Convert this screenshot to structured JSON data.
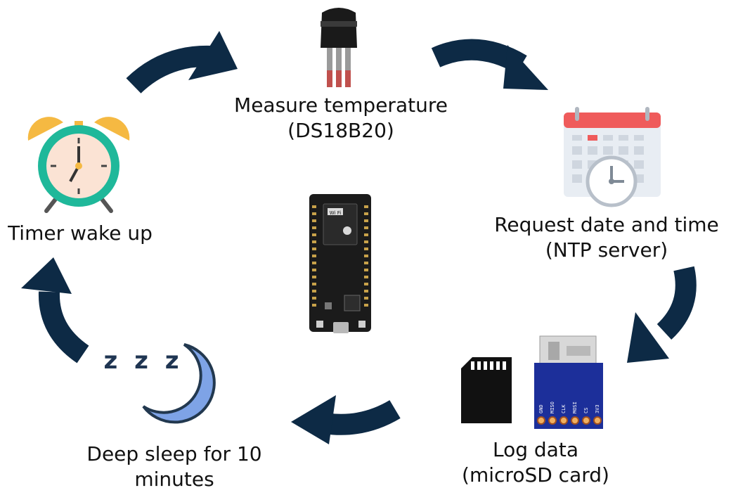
{
  "steps": {
    "measure": {
      "line1": "Measure temperature",
      "line2": "(DS18B20)"
    },
    "request": {
      "line1": "Request date and time",
      "line2": "(NTP server)"
    },
    "log": {
      "line1": "Log data",
      "line2": "(microSD card)"
    },
    "sleep": {
      "line1": "Deep sleep for 10",
      "line2": "minutes"
    },
    "wake": {
      "line1": "Timer wake up"
    }
  },
  "sleep_symbol": "z z z",
  "sd_pins": [
    "GND",
    "MISO",
    "CLK",
    "MOSI",
    "CS",
    "3V3"
  ],
  "board_badge": "Wi Fi",
  "colors": {
    "arrow": "#0d2a45",
    "clock_ring": "#1fb89a",
    "clock_bell": "#f5b942",
    "moon": "#7ea3e6",
    "calendar_red": "#ef5b5b",
    "sd_board": "#1c2f9a",
    "esp_board": "#1b1b1b"
  },
  "icons": [
    "temperature-sensor-icon",
    "calendar-clock-icon",
    "sd-card-icon",
    "sd-module-icon",
    "moon-icon",
    "alarm-clock-icon",
    "esp32-board-icon"
  ]
}
